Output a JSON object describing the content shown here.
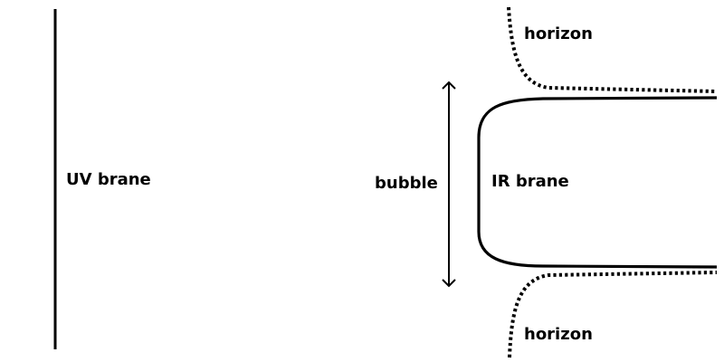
{
  "diagram": {
    "labels": {
      "uv_brane": "UV brane",
      "bubble": "bubble",
      "ir_brane": "IR brane",
      "horizon_top": "horizon",
      "horizon_bottom": "horizon"
    },
    "colors": {
      "ink": "#000000",
      "background": "#ffffff"
    },
    "line_styles": {
      "uv_brane": "solid",
      "ir_brane": "solid",
      "horizon": "dotted",
      "bubble_extent": "double-headed arrow"
    }
  }
}
